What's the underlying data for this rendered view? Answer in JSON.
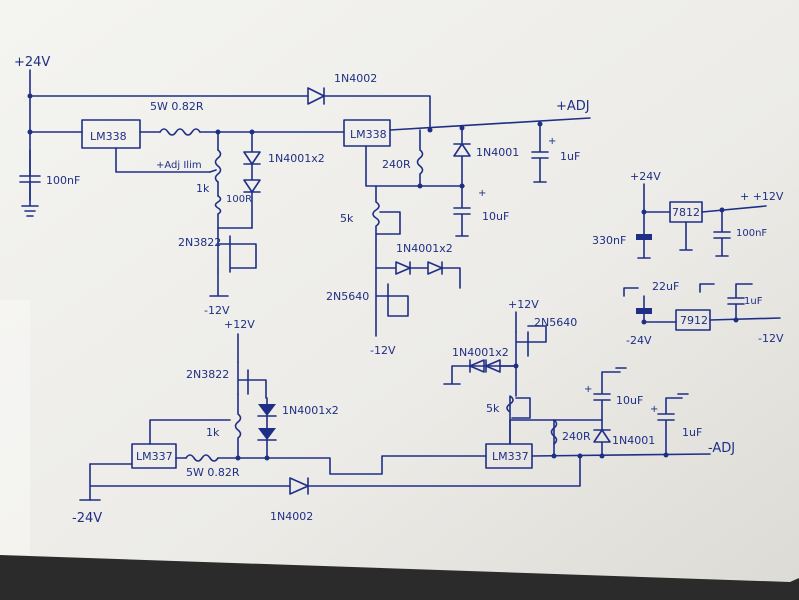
{
  "supplies": {
    "pos24": "+24V",
    "neg24": "-24V",
    "pos12": "+12V",
    "neg12": "-12V"
  },
  "outputs": {
    "pos_adj": "+ADJ",
    "neg_adj": "-ADJ"
  },
  "top": {
    "regulator": "LM338",
    "regulator_2": "LM338",
    "diode_bypass": "1N4002",
    "resistor_sense": "5W 0.82R",
    "cap_input": "100nF",
    "adj_label": "+Adj",
    "ilim_label": "Ilim",
    "pot_1k": "1k",
    "res_100r": "100R",
    "diodes_2x": "1N4001x2",
    "transistor": "2N3822",
    "minus12": "-12V",
    "res_240r": "240R",
    "diode_1n4001": "1N4001",
    "cap_1uf": "1uF",
    "cap_10uf": "10uF",
    "pot_5k": "5k",
    "diodes_2x_b": "1N4001x2",
    "transistor_b": "2N5640",
    "minus12_b": "-12V"
  },
  "bottom": {
    "regulator": "LM337",
    "regulator_2": "LM337",
    "diode_bypass": "1N4002",
    "resistor_sense": "5W 0.82R",
    "pot_1k": "1k",
    "diodes_2x": "1N4001x2",
    "transistor": "2N3822",
    "plus12": "+12V",
    "plus12_b": "+12V",
    "transistor_b": "2N5640",
    "diodes_2x_b": "1N4001x2",
    "pot_5k": "5k",
    "res_240r": "240R",
    "diode_1n4001": "1N4001",
    "cap_10uf": "10uF",
    "cap_1uf": "1uF"
  },
  "aux_pos": {
    "input": "+24V",
    "regulator": "7812",
    "output": "+12V",
    "cap_in": "330nF",
    "cap_out": "100nF",
    "plus_sign": "+"
  },
  "aux_neg": {
    "input": "-24V",
    "regulator": "7912",
    "output": "-12V",
    "cap_in": "22uF",
    "cap_out": "1uF"
  }
}
